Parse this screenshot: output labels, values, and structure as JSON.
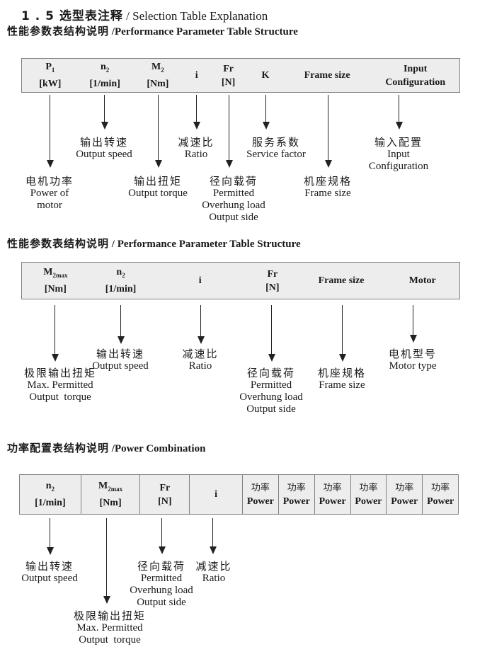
{
  "page_title": {
    "zh": "1 . 5 选型表注释",
    "sep": "/",
    "en": "Selection Table Explanation"
  },
  "sections": [
    {
      "heading": {
        "zh": "性能参数表结构说明",
        "sep": "/",
        "en": "Performance Parameter Table Structure"
      },
      "table": {
        "columns": [
          {
            "sym": "P",
            "sub": "1",
            "unit": "[kW]"
          },
          {
            "sym": "n",
            "sub": "2",
            "unit": "[1/min]"
          },
          {
            "sym": "M",
            "sub": "2",
            "unit": "[Nm]"
          },
          {
            "label": "i"
          },
          {
            "sym": "Fr",
            "sub": "",
            "unit": "[N]"
          },
          {
            "label": "K"
          },
          {
            "label": "Frame size"
          },
          {
            "label1": "Input",
            "label2": "Configuration"
          }
        ]
      },
      "pointers": [
        {
          "lines": [
            "电机功率",
            "Power of",
            "motor"
          ]
        },
        {
          "lines": [
            "输出转速",
            "Output speed"
          ]
        },
        {
          "lines": [
            "输出扭矩",
            "Output torque"
          ]
        },
        {
          "lines": [
            "减速比",
            "Ratio"
          ]
        },
        {
          "lines": [
            "径向载荷",
            "Permitted",
            "Overhung load",
            "Output side"
          ]
        },
        {
          "lines": [
            "服务系数",
            "Service factor"
          ]
        },
        {
          "lines": [
            "机座规格",
            "Frame size"
          ]
        },
        {
          "lines": [
            "输入配置",
            "Input",
            "Configuration"
          ]
        }
      ]
    },
    {
      "heading": {
        "zh": "性能参数表结构说明",
        "sep": "/",
        "en": "Performance Parameter Table Structure"
      },
      "table": {
        "columns": [
          {
            "sym": "M",
            "sub": "2max",
            "unit": "[Nm]"
          },
          {
            "sym": "n",
            "sub": "2",
            "unit": "[1/min]"
          },
          {
            "label": "i"
          },
          {
            "sym": "Fr",
            "sub": "",
            "unit": "[N]"
          },
          {
            "label": "Frame size"
          },
          {
            "label": "Motor"
          }
        ]
      },
      "pointers": [
        {
          "lines": [
            "极限输出扭矩",
            "Max. Permitted",
            "Output  torque"
          ]
        },
        {
          "lines": [
            "输出转速",
            "Output speed"
          ]
        },
        {
          "lines": [
            "减速比",
            "Ratio"
          ]
        },
        {
          "lines": [
            "径向载荷",
            "Permitted",
            "Overhung load",
            "Output side"
          ]
        },
        {
          "lines": [
            "机座规格",
            "Frame size"
          ]
        },
        {
          "lines": [
            "电机型号",
            "Motor type"
          ]
        }
      ]
    },
    {
      "heading": {
        "zh": "功率配置表结构说明",
        "sep": "/",
        "en": "Power Combination"
      },
      "table": {
        "columns": [
          {
            "sym": "n",
            "sub": "2",
            "unit": "[1/min]"
          },
          {
            "sym": "M",
            "sub": "2max",
            "unit": "[Nm]"
          },
          {
            "sym": "Fr",
            "sub": "",
            "unit": "[N]"
          },
          {
            "label": "i"
          },
          {
            "zh": "功率",
            "en": "Power"
          },
          {
            "zh": "功率",
            "en": "Power"
          },
          {
            "zh": "功率",
            "en": "Power"
          },
          {
            "zh": "功率",
            "en": "Power"
          },
          {
            "zh": "功率",
            "en": "Power"
          },
          {
            "zh": "功率",
            "en": "Power"
          }
        ]
      },
      "pointers": [
        {
          "lines": [
            "输出转速",
            "Output speed"
          ]
        },
        {
          "lines": [
            "极限输出扭矩",
            "Max. Permitted",
            "Output  torque"
          ]
        },
        {
          "lines": [
            "径向载荷",
            "Permitted",
            "Overhung load",
            "Output side"
          ]
        },
        {
          "lines": [
            "减速比",
            "Ratio"
          ]
        }
      ]
    }
  ]
}
